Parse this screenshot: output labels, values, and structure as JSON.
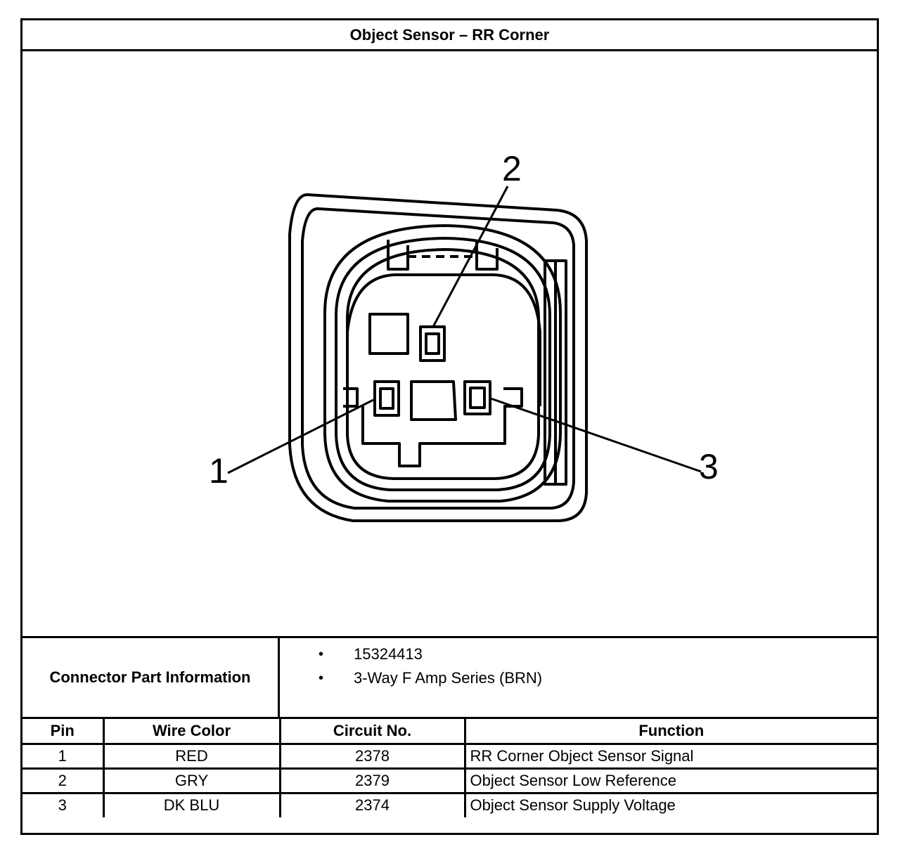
{
  "title": "Object Sensor – RR Corner",
  "pin_callouts": [
    "1",
    "2",
    "3"
  ],
  "connector_info": {
    "label": "Connector Part Information",
    "items": [
      "15324413",
      "3-Way F Amp Series (BRN)"
    ],
    "bullet": "•"
  },
  "table": {
    "headers": [
      "Pin",
      "Wire Color",
      "Circuit No.",
      "Function"
    ],
    "rows": [
      [
        "1",
        "RED",
        "2378",
        "RR Corner Object Sensor Signal"
      ],
      [
        "2",
        "GRY",
        "2379",
        "Object Sensor Low Reference"
      ],
      [
        "3",
        "DK BLU",
        "2374",
        "Object Sensor Supply Voltage"
      ]
    ]
  }
}
